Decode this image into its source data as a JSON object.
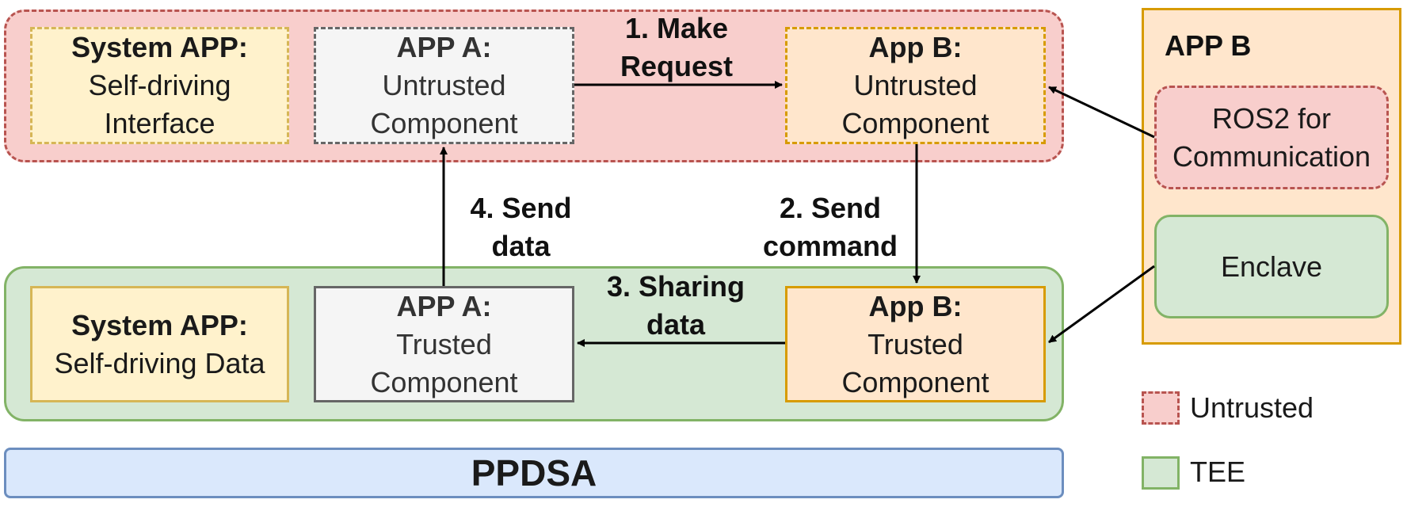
{
  "colors": {
    "untrusted_fill": "#f8cecc",
    "untrusted_border": "#b85450",
    "tee_fill": "#d5e8d4",
    "tee_border": "#82b366",
    "system_fill": "#fff2cc",
    "system_border": "#d6b656",
    "appa_fill": "#f5f5f5",
    "appa_border": "#666666",
    "appb_fill": "#ffe6cc",
    "appb_border": "#d79b00",
    "ppdsa_fill": "#dae8fc",
    "ppdsa_border": "#6c8ebf"
  },
  "untrusted_zone": {
    "system_app": {
      "title": "System APP:",
      "line1": "Self-driving",
      "line2": "Interface"
    },
    "app_a": {
      "title": "APP A:",
      "line1": "Untrusted",
      "line2": "Component"
    },
    "app_b": {
      "title": "App B:",
      "line1": "Untrusted",
      "line2": "Component"
    }
  },
  "tee_zone": {
    "system_app": {
      "title": "System APP:",
      "line1": "Self-driving Data"
    },
    "app_a": {
      "title": "APP A:",
      "line1": "Trusted",
      "line2": "Component"
    },
    "app_b": {
      "title": "App B:",
      "line1": "Trusted",
      "line2": "Component"
    }
  },
  "steps": {
    "step1": {
      "line1": "1. Make",
      "line2": "Request"
    },
    "step2": {
      "line1": "2. Send",
      "line2": "command"
    },
    "step3": {
      "line1": "3. Sharing",
      "line2": "data"
    },
    "step4": {
      "line1": "4. Send",
      "line2": "data"
    }
  },
  "app_b_panel": {
    "title": "APP B",
    "ros2": {
      "line1": "ROS2 for",
      "line2": "Communication"
    },
    "enclave": {
      "label": "Enclave"
    }
  },
  "ppdsa": {
    "label": "PPDSA"
  },
  "legend": {
    "untrusted": "Untrusted",
    "tee": "TEE"
  }
}
